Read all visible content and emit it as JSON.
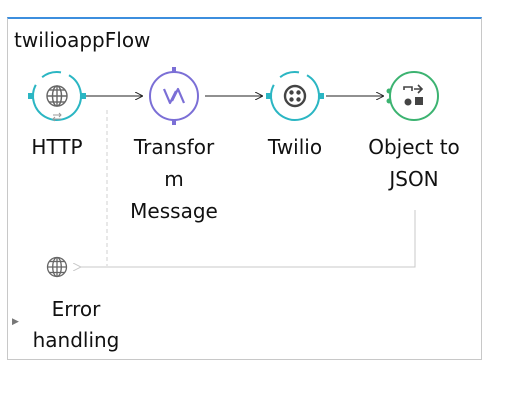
{
  "flow": {
    "title": "twilioappFlow"
  },
  "nodes": [
    {
      "id": "http",
      "label_lines": [
        "HTTP"
      ],
      "icon": "globe-icon",
      "color": "#2bb6c3"
    },
    {
      "id": "transform",
      "label_lines": [
        "Transfor",
        "m",
        "Message"
      ],
      "icon": "transform-icon",
      "color": "#7b6fd6"
    },
    {
      "id": "twilio",
      "label_lines": [
        "Twilio"
      ],
      "icon": "twilio-icon",
      "color": "#2bb6c3"
    },
    {
      "id": "object-to-json",
      "label_lines": [
        "Object to",
        "JSON"
      ],
      "icon": "object-to-json-icon",
      "color": "#3cb371"
    }
  ],
  "error_handling": {
    "label_lines": [
      "Error",
      "handling"
    ],
    "icon": "globe-icon"
  },
  "colors": {
    "frame_top": "#3c8ede",
    "connector": "#222222",
    "dashed_line": "#c8c8c8",
    "return_line": "#c8c8c8"
  }
}
